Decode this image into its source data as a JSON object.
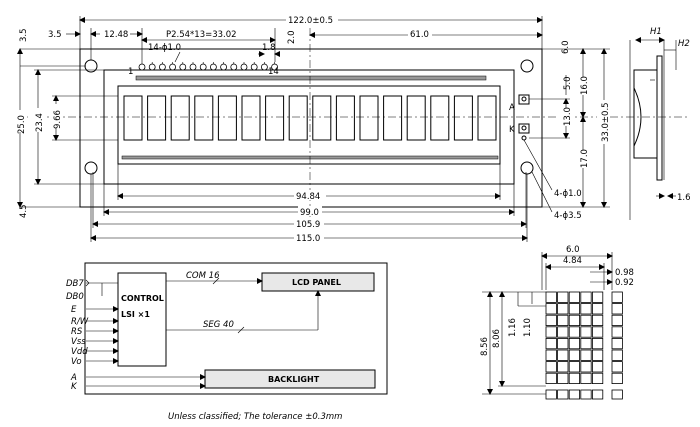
{
  "dims": {
    "top_3_5": "3.5",
    "top_3_5b": "3.5",
    "d_12_48": "12.48",
    "pitch": "P2.54*13=33.02",
    "pin_holes": "14-ϕ1.0",
    "d_1_8": "1.8",
    "d_2_0": "2.0",
    "d_122": "122.0±0.5",
    "d_61": "61.0",
    "d_6_0": "6.0",
    "d_5_0": "5.0",
    "d_16_0": "16.0",
    "d_13_0": "13.0",
    "d_17_0": "17.0",
    "d_33": "33.0±0.5",
    "d_25": "25.0",
    "d_23_4": "23.4",
    "d_9_66": "9.66",
    "d_4_5": "4.5",
    "d_94_84": "94.84",
    "d_99": "99.0",
    "d_105_9": "105.9",
    "d_115": "115.0",
    "hole_small": "4-ϕ1.0",
    "hole_large": "4-ϕ3.5",
    "pin1": "1",
    "pin14": "14",
    "pinA": "A",
    "pinK": "K",
    "h1": "H1",
    "h2": "H2",
    "d_1_6": "1.6"
  },
  "block": {
    "pins": [
      "DB7",
      "DB0",
      "E",
      "R/W",
      "RS",
      "Vss",
      "Vdd",
      "Vo",
      "A",
      "K"
    ],
    "control": "CONTROL",
    "lsi": "LSI ×1",
    "com": "COM  16",
    "seg": "SEG  40",
    "lcd_panel": "LCD PANEL",
    "backlight": "BACKLIGHT"
  },
  "char": {
    "d_6_0": "6.0",
    "d_4_84": "4.84",
    "d_0_98": "0.98",
    "d_0_92": "0.92",
    "d_8_56": "8.56",
    "d_8_06": "8.06",
    "d_1_16": "1.16",
    "d_1_10": "1.10"
  },
  "footer": "Unless classified; The tolerance ±0.3mm"
}
